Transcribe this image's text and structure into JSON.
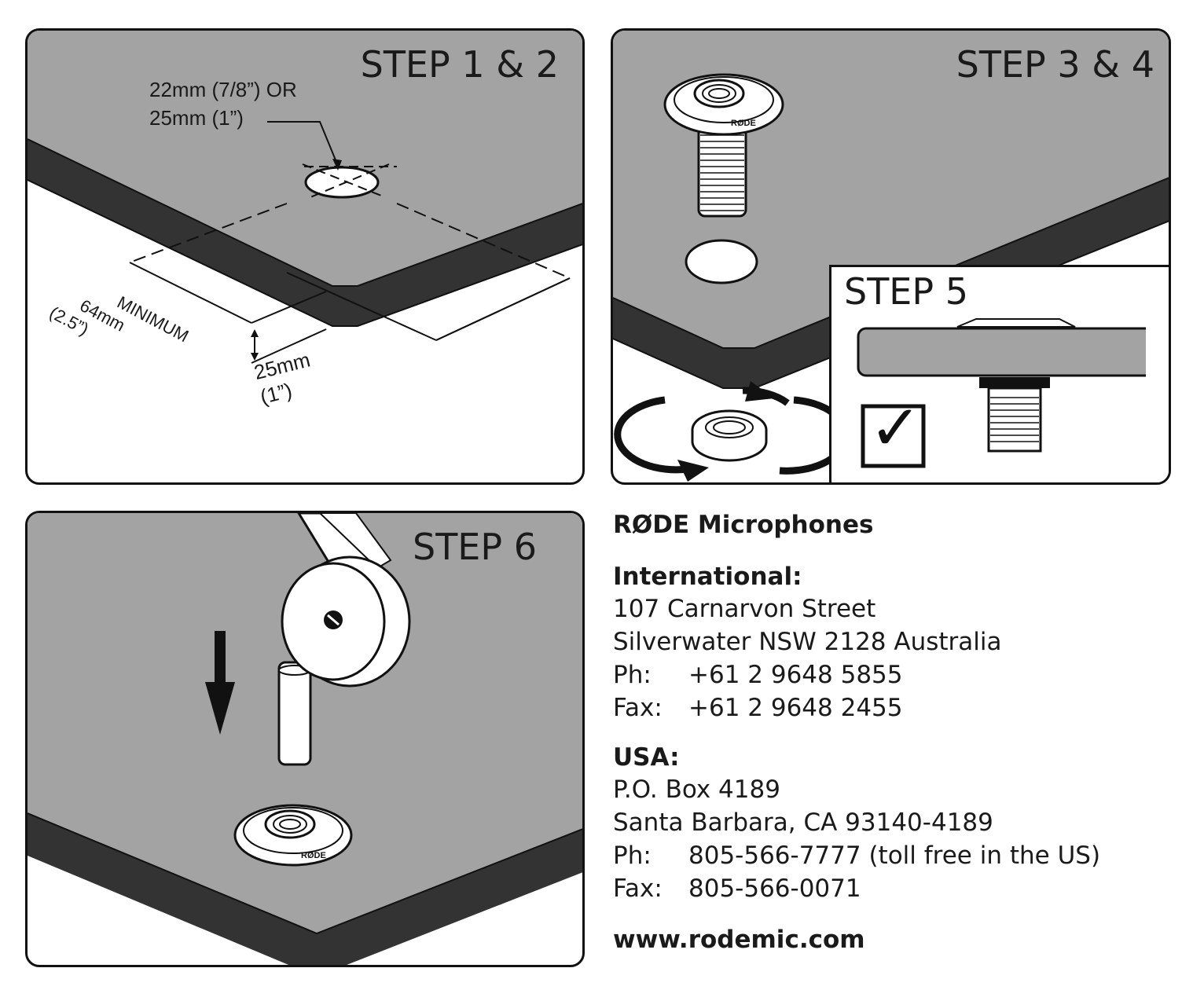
{
  "panels": {
    "step12": {
      "title": "STEP 1 & 2",
      "hole_label_line1": "22mm (7/8”) OR",
      "hole_label_line2": "25mm (1”)",
      "min_label_line1": "MINIMUM",
      "min_label_line2": "64mm",
      "min_label_line3": "(2.5”)",
      "edge_label_line1": "25mm",
      "edge_label_line2": "(1”)"
    },
    "step34": {
      "title": "STEP 3 & 4",
      "logo_text": "RØDE"
    },
    "step5": {
      "title": "STEP 5",
      "check_glyph": "✓"
    },
    "step6": {
      "title": "STEP 6",
      "logo_text": "RØDE"
    }
  },
  "contact": {
    "brand": "RØDE Microphones",
    "international": {
      "heading": "International:",
      "address1": "107 Carnarvon Street",
      "address2": "Silverwater NSW 2128 Australia",
      "phone_label": "Ph:",
      "phone": "+61 2 9648 5855",
      "fax_label": "Fax:",
      "fax": "+61 2 9648 2455"
    },
    "usa": {
      "heading": "USA:",
      "address1": "P.O. Box 4189",
      "address2": "Santa Barbara, CA 93140-4189",
      "phone_label": "Ph:",
      "phone": "805-566-7777 (toll free in the US)",
      "fax_label": "Fax:",
      "fax": "805-566-0071"
    },
    "website": "www.rodemic.com"
  },
  "colors": {
    "desk_top": "#a3a3a3",
    "desk_edge": "#333333",
    "ink": "#111111"
  }
}
